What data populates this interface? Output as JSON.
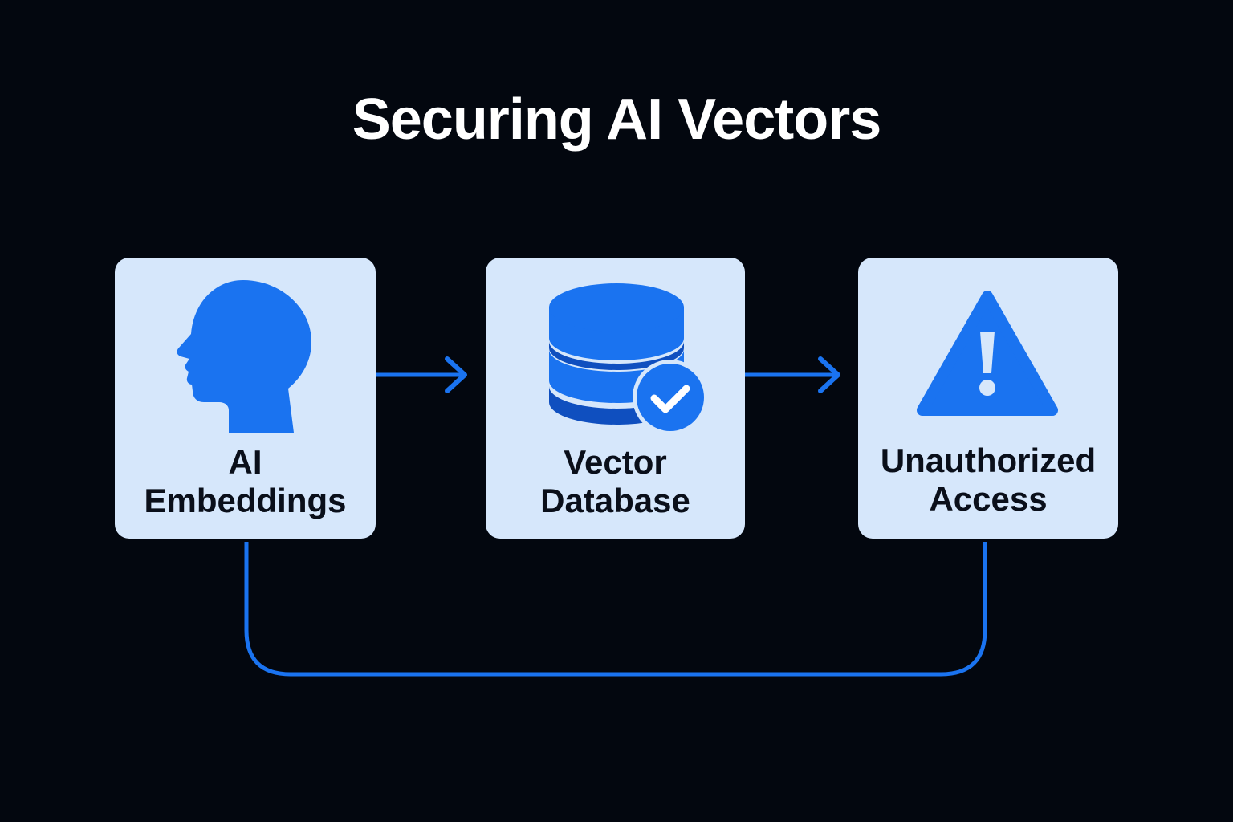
{
  "diagram": {
    "title": "Securing AI Vectors",
    "nodes": [
      {
        "icon": "head-icon",
        "label_lines": [
          "AI",
          "Embeddings"
        ]
      },
      {
        "icon": "database-check-icon",
        "label_lines": [
          "Vector",
          "Database"
        ]
      },
      {
        "icon": "warning-icon",
        "label_lines": [
          "Unauthorized",
          "Access"
        ]
      }
    ],
    "colors": {
      "background": "#03070f",
      "card": "#d6e7fb",
      "accent": "#1a73f0",
      "accent_dark": "#0f4fbf",
      "text_dark": "#0a0f1a",
      "title_text": "#ffffff"
    }
  }
}
